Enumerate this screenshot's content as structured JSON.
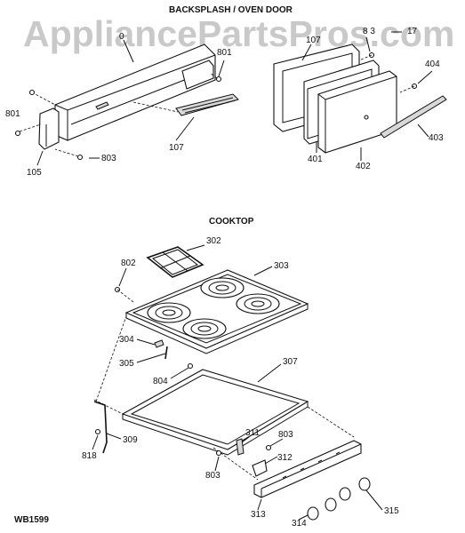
{
  "watermark": "AppliancePartsPros.com",
  "sections": {
    "backsplash_title": "BACKSPLASH / OVEN DOOR",
    "cooktop_title": "COOKTOP"
  },
  "diagram_id": "WB1599",
  "labels": {
    "p0": "0",
    "p801a": "801",
    "p801b": "801",
    "p803a": "803",
    "p105": "105",
    "p107a": "107",
    "p107b": "107",
    "p8_3": "8 3",
    "p17": "17",
    "p404": "404",
    "p403": "403",
    "p401": "401",
    "p402": "402",
    "p302": "302",
    "p802": "802",
    "p303": "303",
    "p304": "304",
    "p305": "305",
    "p804": "804",
    "p307": "307",
    "p818": "818",
    "p309": "309",
    "p311": "311",
    "p803b": "803",
    "p312": "312",
    "p803c": "803",
    "p313": "313",
    "p314": "314",
    "p315": "315"
  }
}
